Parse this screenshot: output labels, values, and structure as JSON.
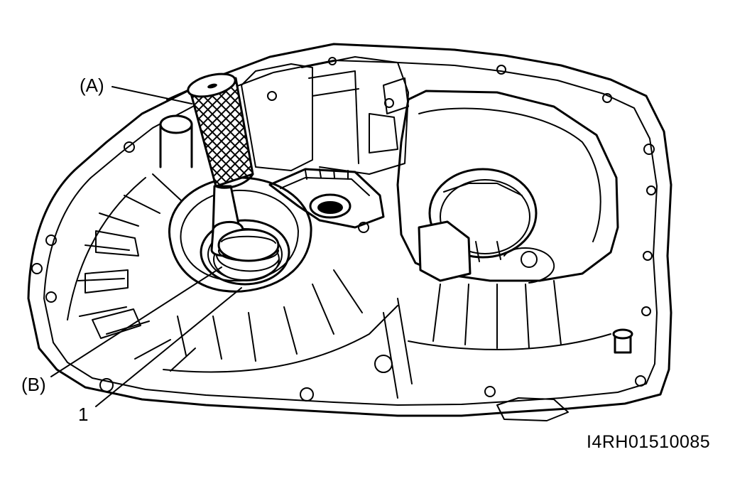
{
  "callouts": {
    "special_tool_a": "(A)",
    "special_tool_b": "(B)",
    "part_1": "1"
  },
  "figure_code": "I4RH01510085"
}
